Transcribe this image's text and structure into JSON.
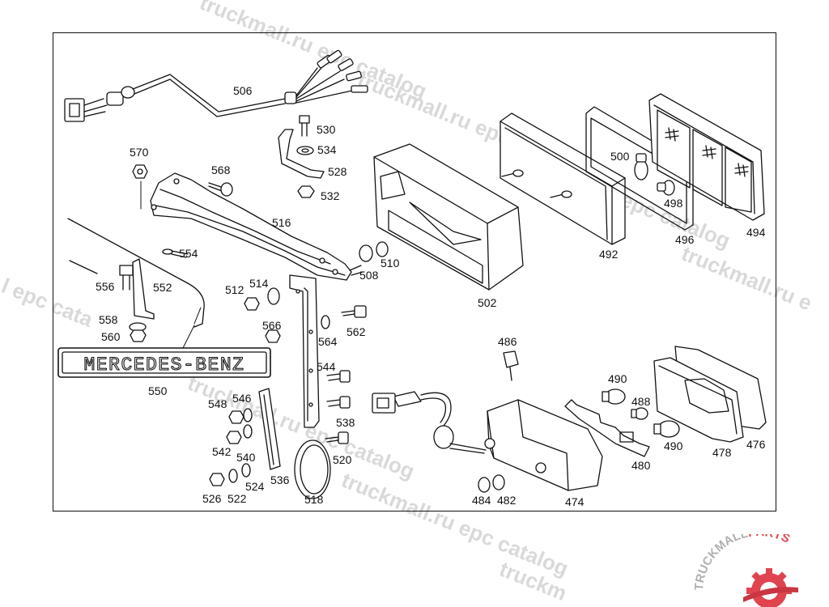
{
  "diagram": {
    "emblem_text": "MERCEDES-BENZ",
    "callouts": {
      "c506": "506",
      "c530": "530",
      "c534": "534",
      "c528": "528",
      "c532": "532",
      "c570": "570",
      "c568": "568",
      "c516": "516",
      "c554": "554",
      "c556": "556",
      "c552": "552",
      "c558": "558",
      "c560": "560",
      "c550": "550",
      "c512": "512",
      "c514": "514",
      "c566": "566",
      "c564": "564",
      "c562": "562",
      "c544": "544",
      "c538": "538",
      "c548": "548",
      "c546": "546",
      "c542": "542",
      "c540": "540",
      "c520": "520",
      "c536": "536",
      "c526": "526",
      "c522": "522",
      "c524": "524",
      "c518": "518",
      "c508": "508",
      "c510": "510",
      "c502": "502",
      "c492": "492",
      "c500": "500",
      "c498": "498",
      "c496": "496",
      "c494": "494",
      "c486": "486",
      "c484": "484",
      "c482": "482",
      "c474": "474",
      "c490a": "490",
      "c488": "488",
      "c490b": "490",
      "c480": "480",
      "c478": "478",
      "c476": "476"
    }
  },
  "watermark": {
    "text_a": "truckmall.ru epc catalog",
    "text_b": "truckmall.ru epc catalog",
    "text_c": "truckmall.ru e",
    "text_d": "truckmall.ru epc catalog",
    "text_e": "truckmall.ru epc catalog",
    "text_f": "l epc cata",
    "text_g": "truckmall.ru epc catalog",
    "text_h": "truckm"
  },
  "logo": {
    "brand_a": "TRUCKMALL",
    "brand_b": "PARTS",
    "brand_color": "#b0b0b0",
    "accent_color": "#e0454f"
  }
}
